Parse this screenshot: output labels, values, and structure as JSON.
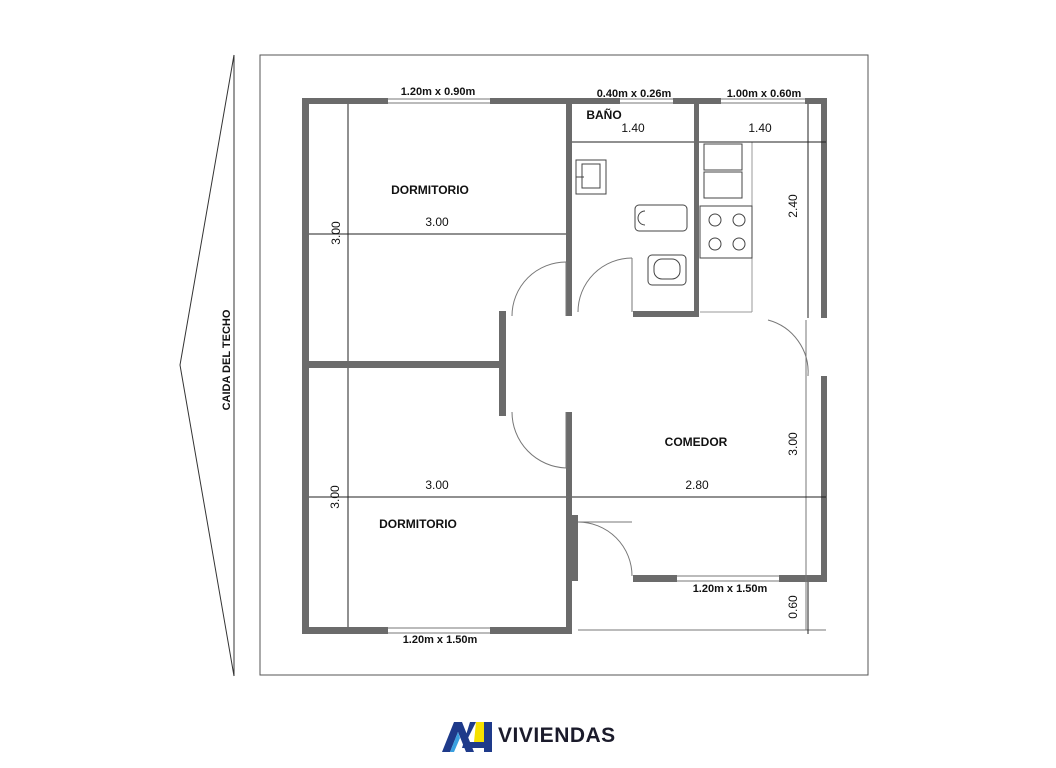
{
  "rooms": {
    "bedroom_top": "DORMITORIO",
    "bedroom_bottom": "DORMITORIO",
    "bathroom": "BAÑO",
    "dining": "COMEDOR"
  },
  "windows": {
    "bedroom_top": "1.20m x 0.90m",
    "bathroom": "0.40m x 0.26m",
    "kitchen": "1.00m x 0.60m",
    "dining": "1.20m x 1.50m",
    "bedroom_bottom": "1.20m x 1.50m"
  },
  "dimensions": {
    "bath_width": "1.40",
    "kitchen_width": "1.40",
    "kitchen_height": "2.40",
    "bed_top_width": "3.00",
    "bed_top_height": "3.00",
    "bed_bottom_width": "3.00",
    "bed_bottom_height": "3.00",
    "dining_width": "2.80",
    "dining_height": "3.00",
    "porch_depth": "0.60"
  },
  "roof_label": "CAIDA DEL TECHO",
  "logo": {
    "text": "VIVIENDAS",
    "mark": "A4",
    "colors": [
      "#1e3a8a",
      "#f5e000"
    ]
  }
}
